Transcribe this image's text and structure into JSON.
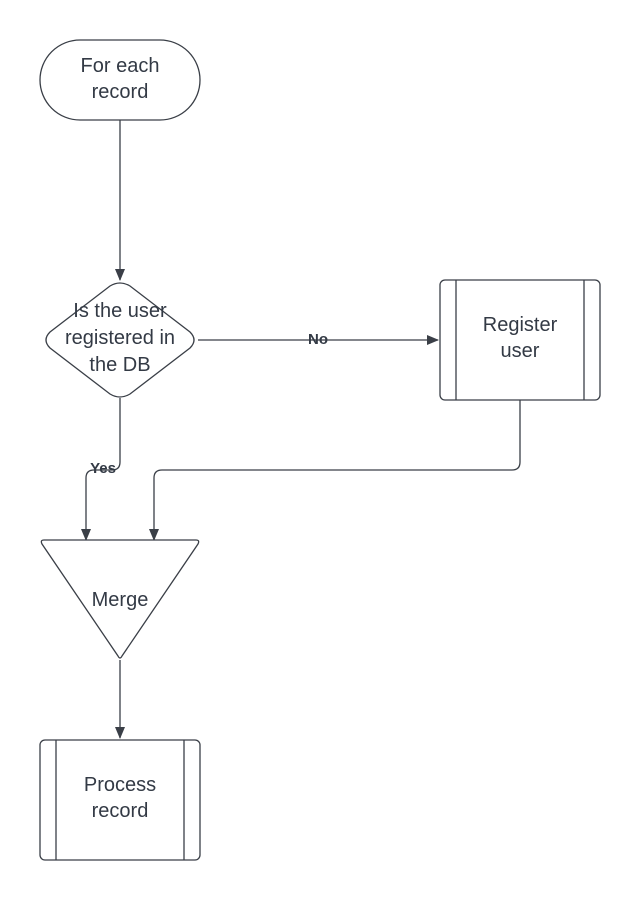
{
  "colors": {
    "stroke": "#3a3f47",
    "text": "#333a45",
    "background": "#ffffff"
  },
  "nodes": {
    "start": {
      "label_line1": "For each",
      "label_line2": "record"
    },
    "decision": {
      "label_line1": "Is the user",
      "label_line2": "registered in",
      "label_line3": "the DB"
    },
    "register": {
      "label_line1": "Register",
      "label_line2": "user"
    },
    "merge": {
      "label": "Merge"
    },
    "process": {
      "label_line1": "Process",
      "label_line2": "record"
    }
  },
  "edges": {
    "no_label": "No",
    "yes_label": "Yes"
  }
}
